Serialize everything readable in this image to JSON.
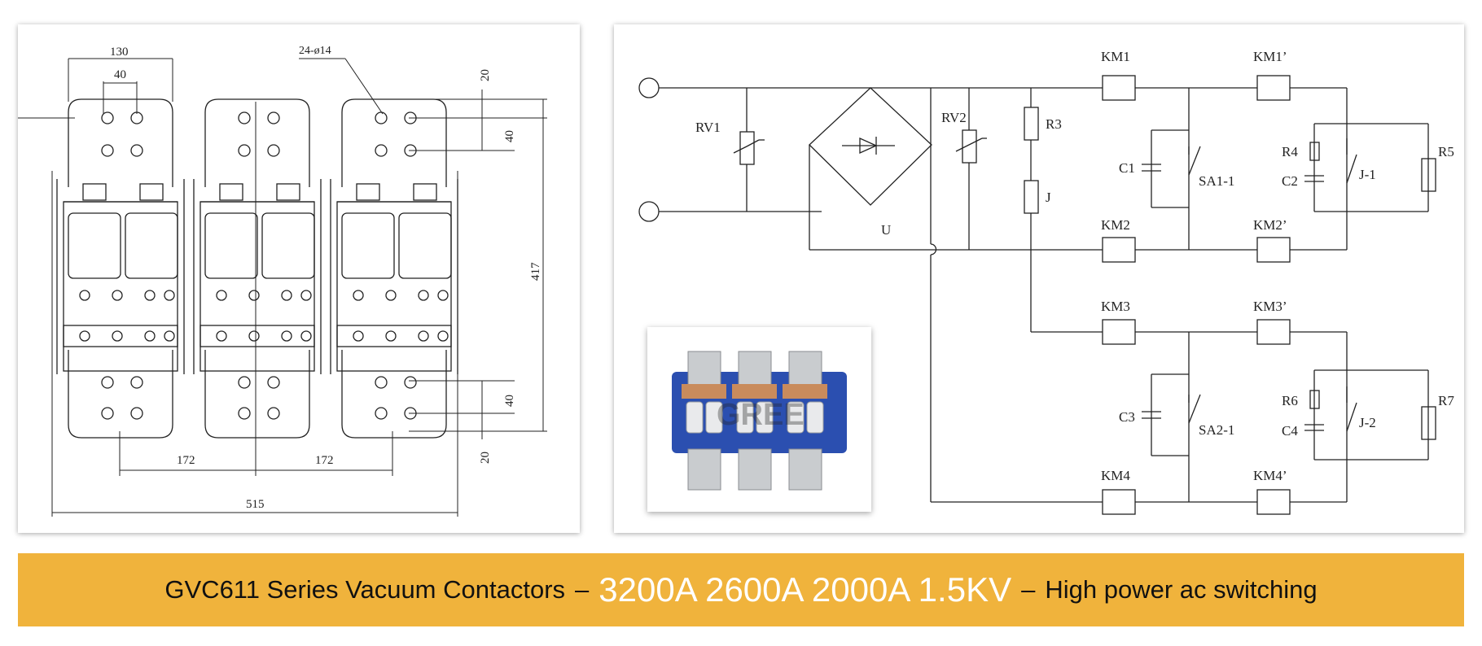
{
  "drawing": {
    "hole_spec": "24-ø14",
    "dim_width_130": "130",
    "dim_width_40": "40",
    "dim_top_20": "20",
    "dim_top_40": "40",
    "dim_height_417": "417",
    "dim_bottom_40": "40",
    "dim_bottom_20": "20",
    "dim_pitch_1": "172",
    "dim_pitch_2": "172",
    "dim_total_515": "515"
  },
  "circuit": {
    "labels": {
      "rv1": "RV1",
      "rv2": "RV2",
      "r3": "R3",
      "j": "J",
      "u": "U",
      "c1": "C1",
      "sa1": "SA1-1",
      "r4": "R4",
      "c2": "C2",
      "j1": "J-1",
      "r5": "R5",
      "km1": "KM1",
      "km1p": "KM1’",
      "km2": "KM2",
      "km2p": "KM2’",
      "km3": "KM3",
      "km3p": "KM3’",
      "c3": "C3",
      "sa2": "SA2-1",
      "r6": "R6",
      "c4": "C4",
      "j2": "J-2",
      "r7": "R7",
      "km4": "KM4",
      "km4p": "KM4’"
    }
  },
  "photo": {
    "watermark": "GREE"
  },
  "banner": {
    "lead": "GVC611 Series Vacuum Contactors",
    "sep1": "–",
    "highlight": "3200A 2600A 2000A 1.5KV",
    "sep2": "–",
    "tail": "High power ac switching"
  },
  "colors": {
    "banner_bg": "#f0b33c",
    "highlight_text": "#ffffff",
    "line": "#222222"
  }
}
